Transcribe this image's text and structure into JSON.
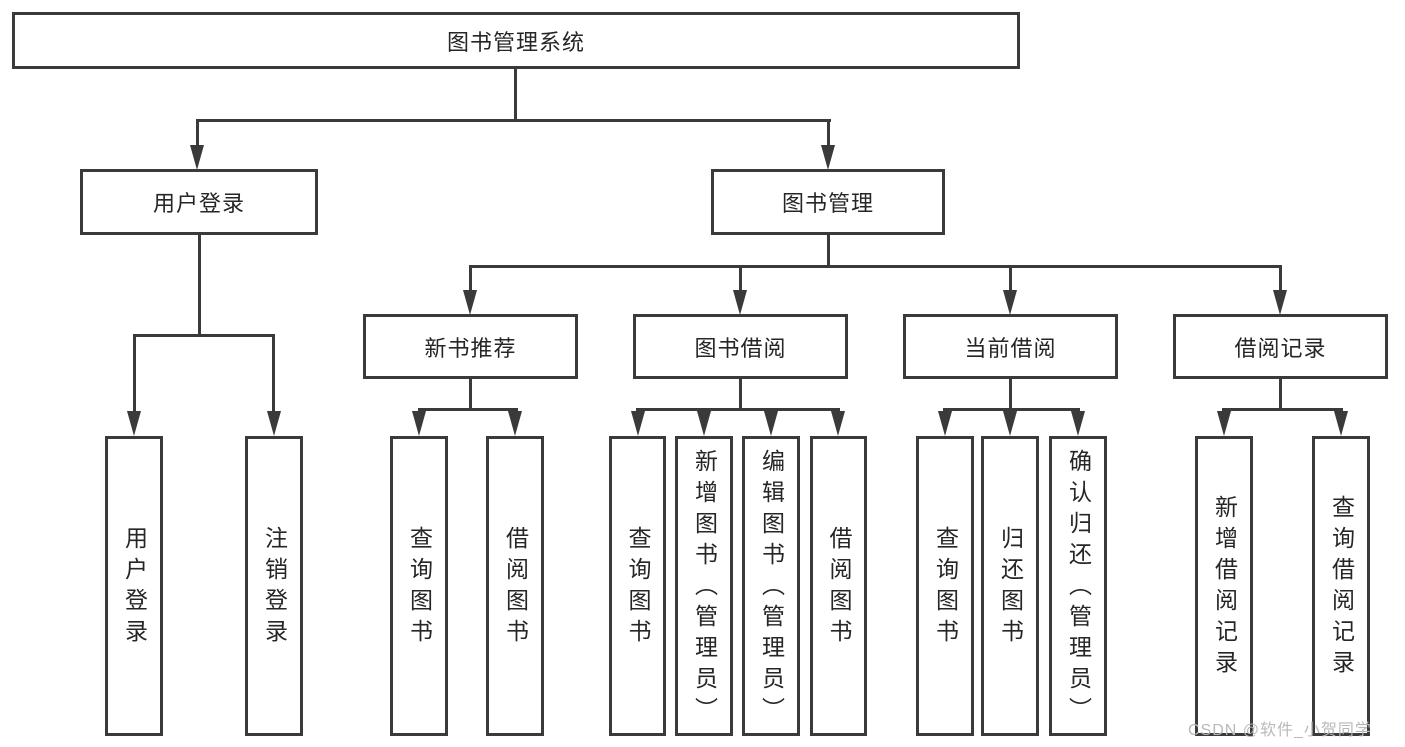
{
  "tree": {
    "root": "图书管理系统",
    "login": {
      "label": "用户登录",
      "children": [
        "用户登录",
        "注销登录"
      ]
    },
    "mgmt": {
      "label": "图书管理",
      "groups": [
        {
          "label": "新书推荐",
          "children": [
            "查询图书",
            "借阅图书"
          ]
        },
        {
          "label": "图书借阅",
          "children": [
            "查询图书",
            "新增图书（管理员）",
            "编辑图书（管理员）",
            "借阅图书"
          ]
        },
        {
          "label": "当前借阅",
          "children": [
            "查询图书",
            "归还图书",
            "确认归还（管理员）"
          ]
        },
        {
          "label": "借阅记录",
          "children": [
            "新增借阅记录",
            "查询借阅记录"
          ]
        }
      ]
    }
  },
  "watermark": {
    "text": "CSDN @软件_小贺同学"
  },
  "colors": {
    "line": "#3a3a3a",
    "text": "#262626",
    "bg": "#ffffff",
    "watermark": "#b9b9b9"
  }
}
